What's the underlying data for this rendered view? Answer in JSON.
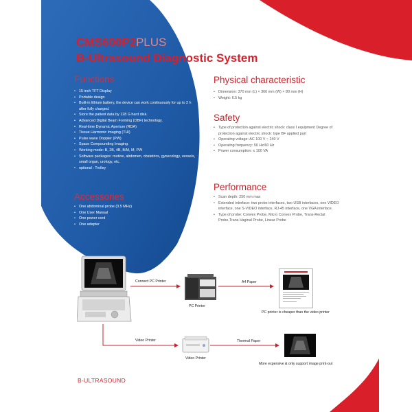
{
  "header": {
    "model": "CMS600P2",
    "model_suffix": "PLUS",
    "title": "B-Ultrasound Diagnostic System"
  },
  "functions": {
    "heading": "Functions",
    "items": [
      "15 inch TFT Display",
      "Portable design",
      "Built-in lithium battery, the device can work continuously for up to 2 h after fully charged.",
      "Store the patient data by 128 G hard disk.",
      "Advanced Digital Beam Forming (DBF) technology.",
      "Real-time Dynamic Aperture (RDA)",
      "Tissue Harmonic Imaging (THI)",
      "Pulse wave Doppler (PW)",
      "Space Compounding Imaging.",
      "Working mode: B, 2B, 4B, B/M, M, PW",
      "Software packages: routine, abdomen, obstetrics, gynecology, vessels, small organ, urology, etc.",
      "optional : Trolley"
    ]
  },
  "accessories": {
    "heading": "Accessories",
    "items": [
      "One abdominal probe (3.5 MHz)",
      "One User Manual",
      "One power cord",
      "One adapter"
    ]
  },
  "physical": {
    "heading": "Physical characteristic",
    "items": [
      "Dimension: 370 mm (L) × 360 mm (W) × 80 mm (H)",
      "Weight: 6.5 kg"
    ]
  },
  "safety": {
    "heading": "Safety",
    "items": [
      "Type of protection against electric shock: class Ⅰ equipment Degree of protection against electric shock: type BF applied part",
      "Operating voltage: AC 100 V ~ 240 V",
      "Operating frequency: 50 Hz/60 Hz",
      "Power consumption: ≤ 100 VA"
    ]
  },
  "performance": {
    "heading": "Performance",
    "items": [
      "Scan depth: 250 mm max",
      "Extended interface: two probe interfaces, two USB interfaces, one VIDEO interface, one S-VIDEO interface, RJ-45 interface, one VGA interface.",
      "Type of probe: Convex Probe, Micro Convex Probe, Trans-Rectal Probe,Trans-Vaginal Probe, Linear Probe"
    ]
  },
  "diagram": {
    "connect_pc_printer": "Connect PC Printer",
    "pc_printer": "PC Printer",
    "a4_paper": "A4 Paper",
    "pc_note": "PC printer is cheaper than the video printer",
    "video_printer_arrow": "Video Printer",
    "video_printer": "Video Printer",
    "thermal_paper": "Thermal Paper",
    "video_note": "More expensive & only support image print-out"
  },
  "footer": "B-ULTRASOUND",
  "colors": {
    "blue": "#1f5aa6",
    "red": "#d81f2a",
    "arrow": "#c8232c"
  }
}
